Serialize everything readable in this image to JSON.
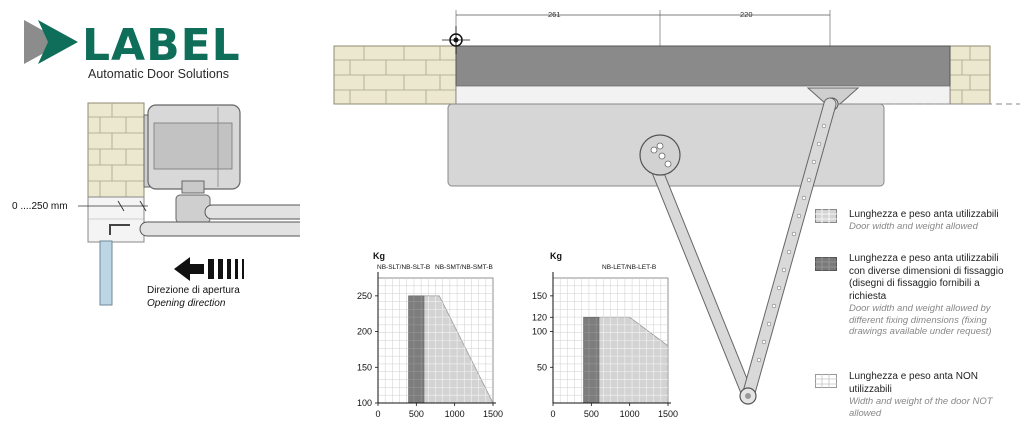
{
  "brand": {
    "wordmark": "LABEL",
    "tagline": "Automatic Door Solutions",
    "color_primary": "#0f6e5a",
    "color_secondary": "#8c8c8c"
  },
  "left_drawing": {
    "clearance_label": "0 ....250 mm",
    "direction_it": "Direzione di apertura",
    "direction_en": "Opening direction"
  },
  "top_drawing": {
    "dimension_1": "261",
    "dimension_2": "220"
  },
  "legend": [
    {
      "swatch": "light",
      "it": "Lunghezza e peso anta utilizzabili",
      "en": "Door width and weight allowed"
    },
    {
      "swatch": "dark",
      "it": "Lunghezza e peso anta utilizzabili con diverse dimensioni di fissaggio (disegni di fissaggio fornibili a richiesta",
      "en": "Door width and weight allowed by different fixing dimensions (fixing drawings available under request)"
    },
    {
      "swatch": "white",
      "it": "Lunghezza e peso anta NON utilizzabili",
      "en": "Width and weight of the door NOT allowed"
    }
  ],
  "chart_data": [
    {
      "type": "area",
      "ylabel": "Kg",
      "models_left": "NB-SLT/NB-SLT-B",
      "models_right": "NB-SMT/NB-SMT-B",
      "x_ticks": [
        "0",
        "500",
        "1000",
        "1500"
      ],
      "y_ticks": [
        "100",
        "150",
        "200",
        "250"
      ],
      "xlim": [
        0,
        1500
      ],
      "ylim": [
        100,
        275
      ],
      "allowed_outline": [
        [
          400,
          100
        ],
        [
          400,
          250
        ],
        [
          800,
          250
        ],
        [
          1500,
          100
        ]
      ],
      "fixing_band_x": [
        400,
        600
      ],
      "fixing_band_y": [
        100,
        250
      ]
    },
    {
      "type": "area",
      "ylabel": "Kg",
      "models": "NB-LET/NB-LET-B",
      "x_ticks": [
        "0",
        "500",
        "1000",
        "1500"
      ],
      "y_ticks": [
        "50",
        "100",
        "120",
        "150"
      ],
      "xlim": [
        0,
        1500
      ],
      "ylim": [
        0,
        175
      ],
      "allowed_outline": [
        [
          400,
          0
        ],
        [
          400,
          120
        ],
        [
          1000,
          120
        ],
        [
          1500,
          80
        ],
        [
          1500,
          0
        ]
      ],
      "fixing_band_x": [
        400,
        600
      ],
      "fixing_band_y": [
        0,
        120
      ]
    }
  ]
}
